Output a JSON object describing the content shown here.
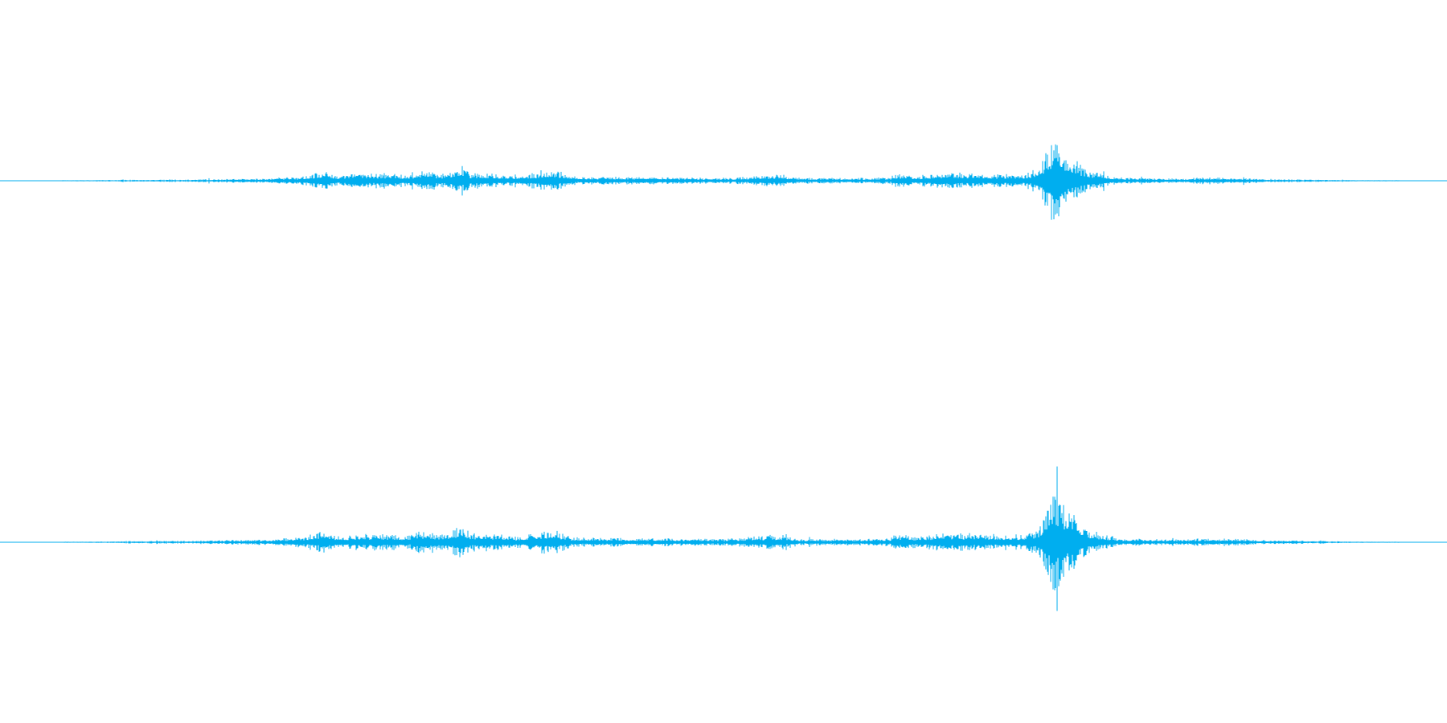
{
  "waveform": {
    "color": "#00aeef",
    "channel_count": 2,
    "channels": [
      {
        "name": "left"
      },
      {
        "name": "right"
      }
    ],
    "envelope": [
      [
        0.0,
        0.0
      ],
      [
        0.043,
        0.02
      ],
      [
        0.1,
        0.03
      ],
      [
        0.15,
        0.05
      ],
      [
        0.18,
        0.09
      ],
      [
        0.194,
        0.2
      ],
      [
        0.205,
        0.12
      ],
      [
        0.24,
        0.16
      ],
      [
        0.26,
        0.12
      ],
      [
        0.27,
        0.22
      ],
      [
        0.285,
        0.14
      ],
      [
        0.299,
        0.3
      ],
      [
        0.305,
        0.18
      ],
      [
        0.32,
        0.16
      ],
      [
        0.34,
        0.1
      ],
      [
        0.367,
        0.24
      ],
      [
        0.38,
        0.09
      ],
      [
        0.42,
        0.08
      ],
      [
        0.46,
        0.07
      ],
      [
        0.5,
        0.06
      ],
      [
        0.537,
        0.14
      ],
      [
        0.55,
        0.06
      ],
      [
        0.6,
        0.06
      ],
      [
        0.62,
        0.07
      ],
      [
        0.622,
        0.15
      ],
      [
        0.64,
        0.1
      ],
      [
        0.66,
        0.18
      ],
      [
        0.69,
        0.14
      ],
      [
        0.72,
        0.13
      ],
      [
        0.73,
        0.26
      ],
      [
        0.743,
        1.0
      ],
      [
        0.752,
        0.6
      ],
      [
        0.765,
        0.25
      ],
      [
        0.79,
        0.07
      ],
      [
        0.84,
        0.05
      ],
      [
        0.86,
        0.08
      ],
      [
        0.9,
        0.04
      ],
      [
        0.95,
        0.02
      ],
      [
        0.972,
        0.01
      ],
      [
        1.0,
        0.0
      ]
    ]
  }
}
